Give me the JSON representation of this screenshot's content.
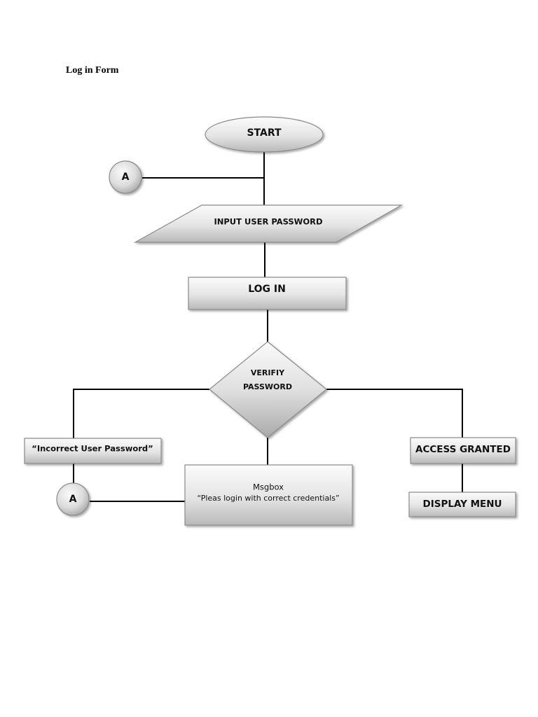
{
  "title": "Log in Form",
  "nodes": {
    "start": "START",
    "connector_top": "A",
    "input": "INPUT USER PASSWORD",
    "login": "LOG IN",
    "verify_line1": "VERIFIY",
    "verify_line2": "PASSWORD",
    "incorrect": "“Incorrect User Password”",
    "connector_bottom": "A",
    "msgbox_line1": "Msgbox",
    "msgbox_line2": "“Pleas login with correct credentials”",
    "access": "ACCESS GRANTED",
    "display": "DISPLAY MENU"
  }
}
